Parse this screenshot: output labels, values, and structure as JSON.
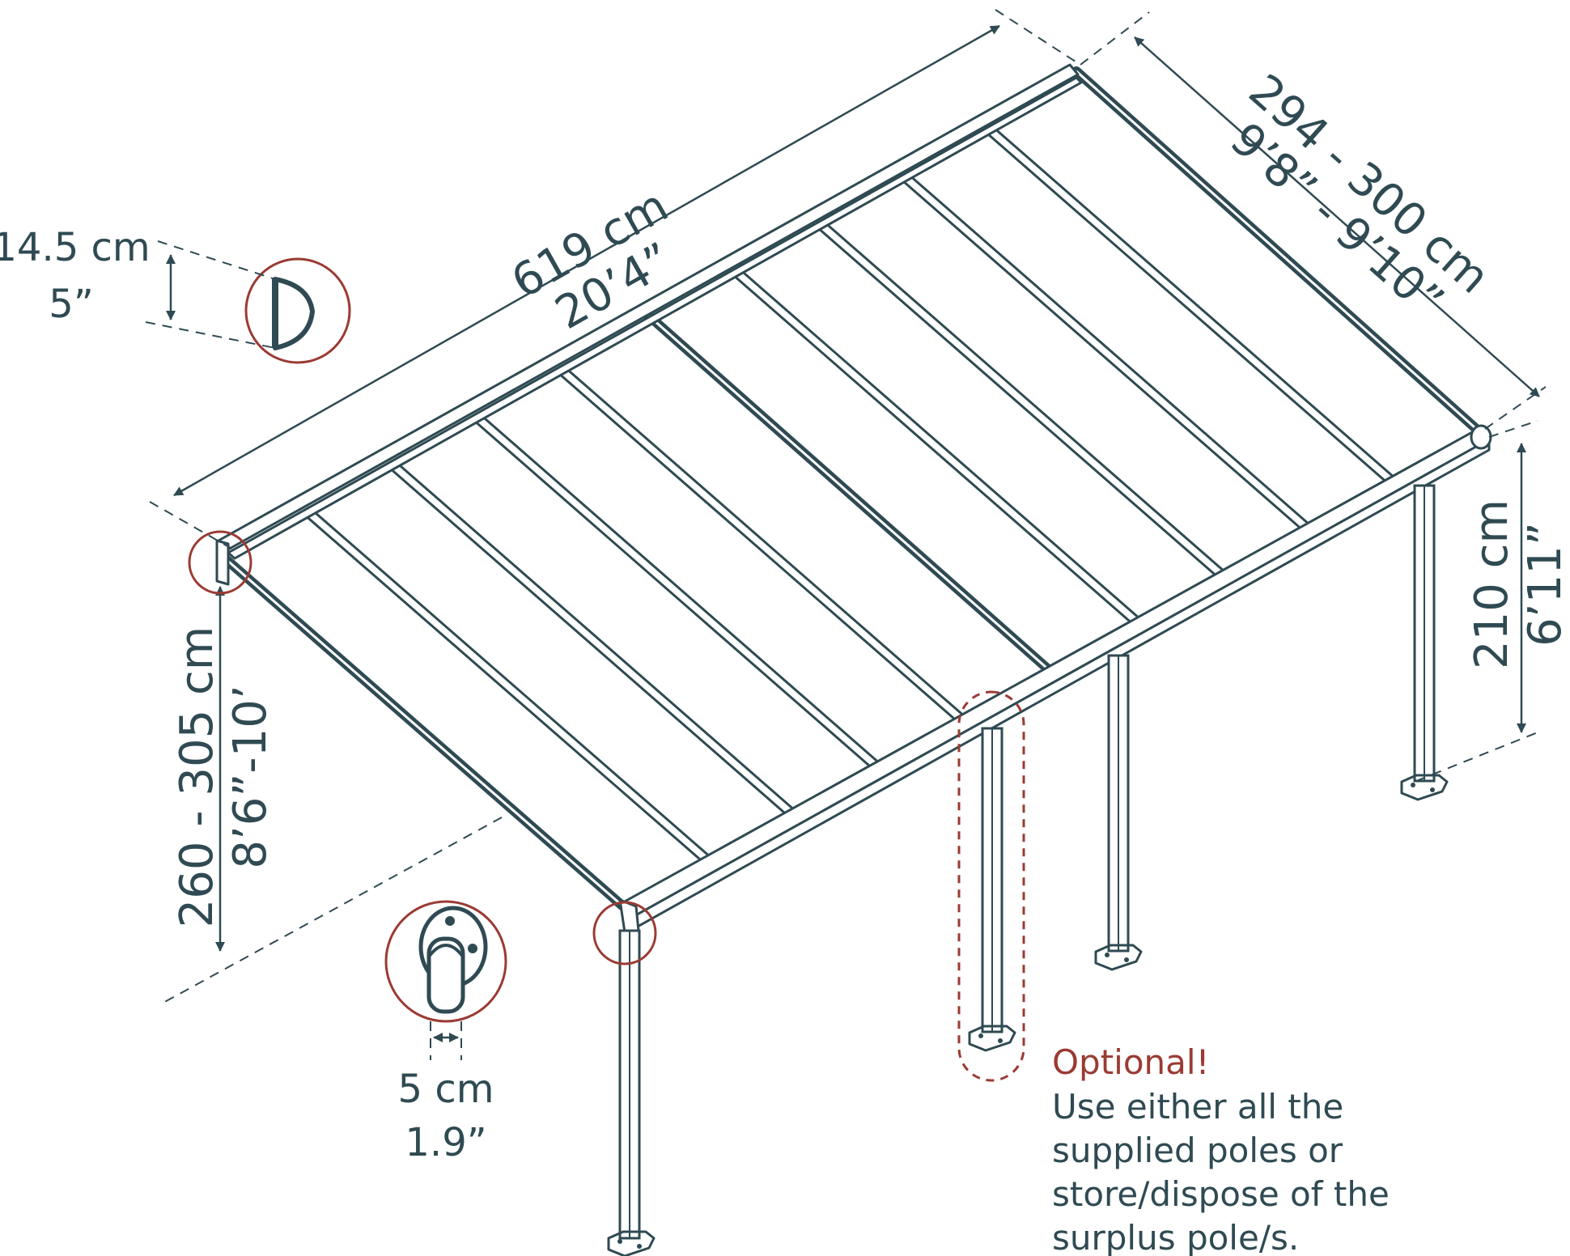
{
  "dimensions": {
    "length_cm": "619 cm",
    "length_ft": "20’4”",
    "depth_cm": "294 - 300 cm",
    "depth_ft": "9’8” - 9’10”",
    "back_height_cm": "260 - 305 cm",
    "back_height_ft": "8’6”-10’",
    "front_height_cm": "210 cm",
    "front_height_ft": "6’11”",
    "gutter_cm": "14.5 cm",
    "gutter_in": "5”",
    "post_cm": "5 cm",
    "post_in": "1.9”"
  },
  "note": {
    "title": "Optional!",
    "line1": "Use either all the",
    "line2": "supplied poles or",
    "line3": "store/dispose of the",
    "line4": "surplus pole/s."
  },
  "colors": {
    "line": "#2f4a52",
    "accent": "#9a3b33"
  }
}
